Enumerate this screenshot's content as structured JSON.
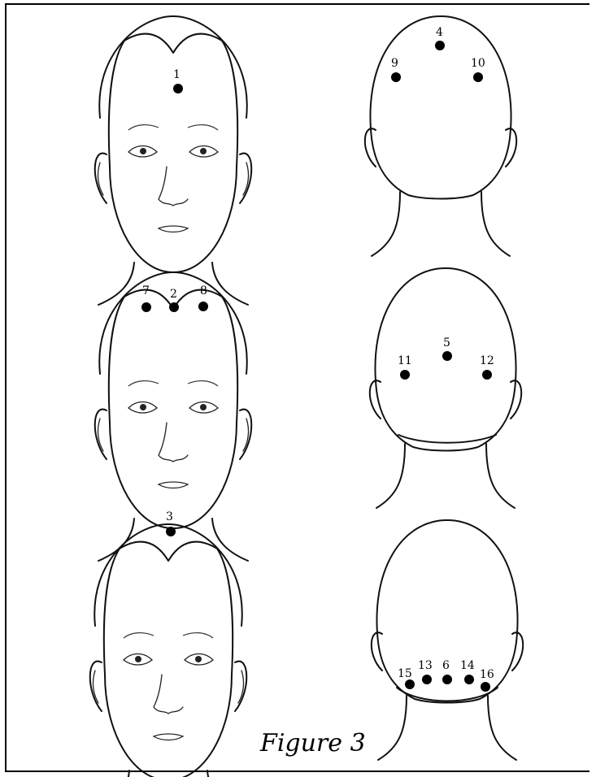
{
  "caption": "Figure 3",
  "points": {
    "p1": "1",
    "p2": "2",
    "p3": "3",
    "p4": "4",
    "p5": "5",
    "p6": "6",
    "p7": "7",
    "p8": "8",
    "p9": "9",
    "p10": "10",
    "p11": "11",
    "p12": "12",
    "p13": "13",
    "p14": "14",
    "p15": "15",
    "p16": "16"
  }
}
